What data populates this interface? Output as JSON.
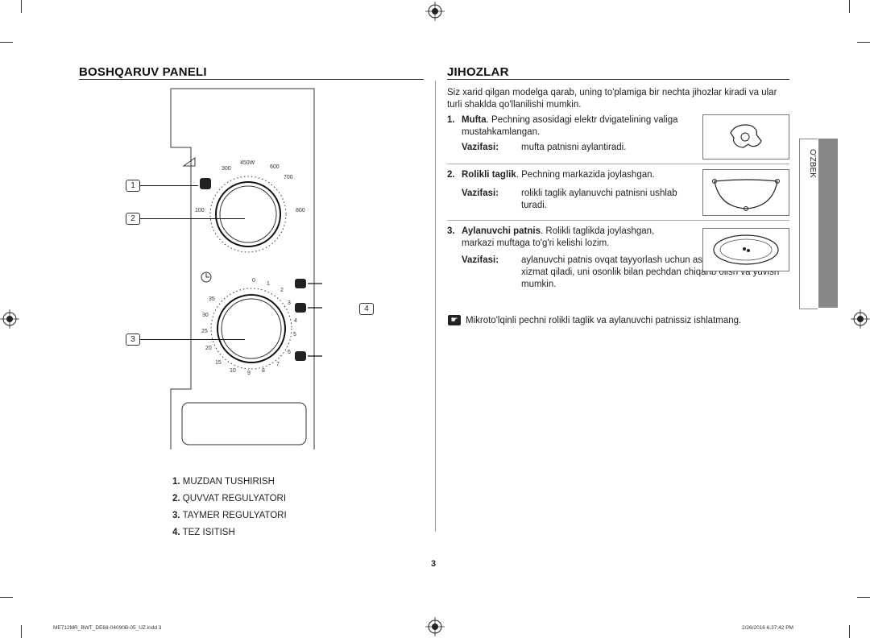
{
  "left": {
    "heading": "BOSHQARUV PANELI",
    "callouts": [
      "1",
      "2",
      "3",
      "4"
    ],
    "power_dial": {
      "labels": [
        "300",
        "450W",
        "600",
        "700",
        "100",
        "800"
      ]
    },
    "timer_dial": {
      "labels": [
        "0",
        "1",
        "2",
        "3",
        "4",
        "5",
        "6",
        "7",
        "8",
        "9",
        "10",
        "15",
        "20",
        "25",
        "30",
        "35"
      ]
    },
    "legend": [
      {
        "num": "1.",
        "text": "MUZDAN TUSHIRISH"
      },
      {
        "num": "2.",
        "text": "QUVVAT REGULYATORI"
      },
      {
        "num": "3.",
        "text": "TAYMER REGULYATORI"
      },
      {
        "num": "4.",
        "text": "TEZ ISITISH"
      }
    ]
  },
  "right": {
    "heading": "JIHOZLAR",
    "intro": "Siz xarid qilgan modelga qarab, uning to'plamiga bir nechta jihozlar kiradi va ular turli shaklda qo'llanilishi mumkin.",
    "items": [
      {
        "num": "1.",
        "name": "Mufta",
        "desc": ". Pechning asosidagi elektr dvigatelining valiga mustahkamlangan.",
        "vaz_label": "Vazifasi:",
        "vaz_text": "mufta patnisni aylantiradi."
      },
      {
        "num": "2.",
        "name": "Rolikli taglik",
        "desc": ". Pechning markazida joylashgan.",
        "vaz_label": "Vazifasi:",
        "vaz_text": "rolikli taglik aylanuvchi patnisni ushlab turadi."
      },
      {
        "num": "3.",
        "name": "Aylanuvchi patnis",
        "desc": ". Rolikli taglikda joylashgan, markazi muftaga to'g'ri kelishi lozim.",
        "vaz_label": "Vazifasi:",
        "vaz_text": "aylanuvchi patnis ovqat tayyorlash uchun asosiy yuza bo'lib xizmat qiladi, uni osonlik bilan pechdan chiqarib olish va yuvish mumkin."
      }
    ],
    "note": "Mikroto'lqinli pechni rolikli taglik va aylanuvchi patnissiz ishlatmang."
  },
  "side_tab": "O'ZBEK",
  "page_number": "3",
  "footer": {
    "file": "ME712MR_BWT_DE68-04090B-05_UZ.indd   3",
    "date": "2/26/2016   6:37:42 PM"
  }
}
